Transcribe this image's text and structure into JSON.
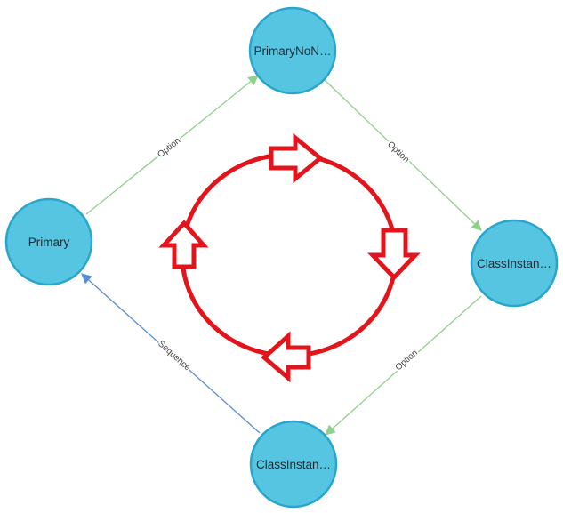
{
  "nodes": {
    "primary": {
      "label": "Primary"
    },
    "primary_non": {
      "label": "PrimaryNoN…"
    },
    "class_right": {
      "label": "ClassInstan…"
    },
    "class_bottom": {
      "label": "ClassInstan…"
    }
  },
  "edges": {
    "primary_to_primary_non": {
      "label": "Option",
      "color": "#8fd18a"
    },
    "primary_non_to_class_right": {
      "label": "Option",
      "color": "#8fd18a"
    },
    "class_right_to_class_bottom": {
      "label": "Option",
      "color": "#8fd18a"
    },
    "class_bottom_to_primary": {
      "label": "Sequence",
      "color": "#5b8fcf"
    }
  },
  "colors": {
    "node_fill": "#55c5e2",
    "node_stroke": "#2aa6cd",
    "cycle_annotation": "#e3151c"
  }
}
